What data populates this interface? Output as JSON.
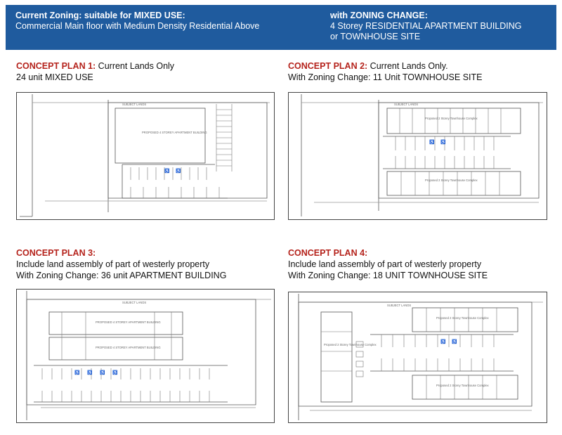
{
  "banner": {
    "left_title": "Current Zoning: suitable for MIXED USE:",
    "left_sub": "Commercial Main floor with Medium Density Residential Above",
    "right_title": "with ZONING CHANGE:",
    "right_line1": "4 Storey RESIDENTIAL APARTMENT BUILDING",
    "right_line2": "or TOWNHOUSE SITE"
  },
  "plans": [
    {
      "title": "CONCEPT PLAN 1:",
      "title_rest": " Current Lands Only",
      "line2": "24 unit MIXED USE",
      "line3": ""
    },
    {
      "title": "CONCEPT PLAN 2:",
      "title_rest": "  Current Lands Only.",
      "line2": "With Zoning Change: 11 Unit TOWNHOUSE SITE",
      "line3": ""
    },
    {
      "title": "CONCEPT PLAN 3:",
      "title_rest": "",
      "line2": "Include land assembly of part of westerly property",
      "line3": "With Zoning Change: 36 unit APARTMENT BUILDING"
    },
    {
      "title": "CONCEPT PLAN 4:",
      "title_rest": "",
      "line2": "Include land assembly of part of westerly property",
      "line3": "With Zoning Change: 18 UNIT TOWNHOUSE SITE"
    }
  ],
  "drawing_labels": {
    "subject_lands": "SUBJECT LANDS",
    "apartment": "PROPOSED 4 STOREY APARTMENT BUILDING",
    "townhouse": "Proposed 2 Storey Townhouse Complex"
  },
  "colors": {
    "banner": "#1f5b9e",
    "heading_red": "#b5231c"
  }
}
